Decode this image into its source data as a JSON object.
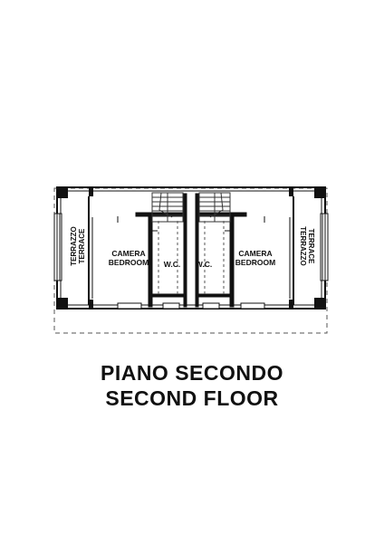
{
  "plan": {
    "rooms": {
      "left_terrace": [
        "TERRAZZO",
        "TERRACE"
      ],
      "left_bedroom": [
        "CAMERA",
        "BEDROOM"
      ],
      "left_wc": "W.C.",
      "right_wc": "W.C.",
      "right_bedroom": [
        "CAMERA",
        "BEDROOM"
      ],
      "right_terrace": [
        "TERRAZZO",
        "TERRACE"
      ]
    }
  },
  "caption": {
    "line1": "PIANO SECONDO",
    "line2": "SECOND FLOOR"
  }
}
